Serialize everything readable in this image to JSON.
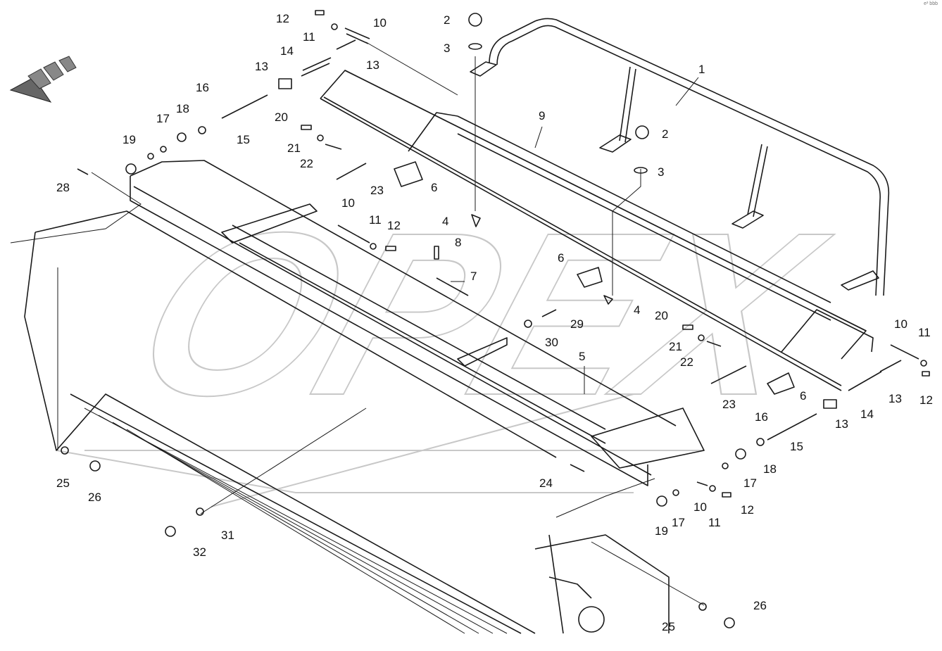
{
  "watermark_text": "OPEX",
  "corner_mark": "e³ bbb",
  "callouts": [
    "1",
    "2",
    "3",
    "4",
    "5",
    "6",
    "7",
    "8",
    "9",
    "10",
    "11",
    "12",
    "13",
    "14",
    "15",
    "16",
    "17",
    "18",
    "19",
    "20",
    "21",
    "22",
    "23",
    "24",
    "25",
    "26",
    "28",
    "29",
    "30",
    "31",
    "32"
  ],
  "icons": {
    "direction_arrow": "travel-direction-arrow-icon"
  }
}
